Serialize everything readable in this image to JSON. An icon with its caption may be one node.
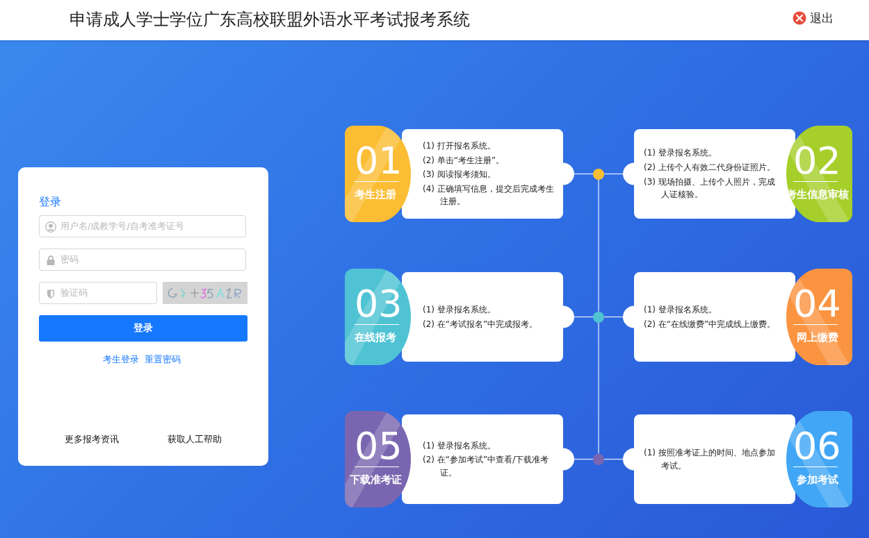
{
  "diagram": {
    "title": "申请成人学士学位广东高校联盟外语水平考试报考系统",
    "nodes": [
      {
        "text": [
          "01",
          "考生注册",
          "(1) 打开报名系统。",
          "(2) 单击“考生注册”。",
          "(3) 阅读报考须知。",
          "(4) 正确填写信息，提交后完成考生注册。"
        ]
      },
      {
        "text": [
          "02",
          "考生信息审核",
          "(1) 登录报名系统。",
          "(2) 上传个人有效二代身份证照片。",
          "(3) 现场拍摄、上传个人照片，完成人证核验。"
        ]
      },
      {
        "text": [
          "03",
          "在线报考",
          "(1) 登录报名系统。",
          "(2) 在“考试报名”中完成报考。"
        ]
      },
      {
        "text": [
          "04",
          "网上缴费",
          "(1) 登录报名系统。",
          "(2) 在“在线缴费”中完成线上缴费。"
        ]
      },
      {
        "text": [
          "05",
          "下载准考证",
          "(1) 登录报名系统。",
          "(2) 在“参加考试”中查看/下载准考证。"
        ]
      },
      {
        "text": [
          "06",
          "参加考试",
          "(1) 按照准考证上的时间、地点参加考试。"
        ]
      },
      {
        "text": [],
        "shape": "circle"
      },
      {
        "text": [],
        "shape": "circle"
      },
      {
        "text": [],
        "shape": "circle"
      }
    ],
    "edges": [
      {
        "from": 0,
        "to": 6,
        "arrow": "none"
      },
      {
        "from": 6,
        "to": 1,
        "arrow": "none"
      },
      {
        "from": 2,
        "to": 7,
        "arrow": "none"
      },
      {
        "from": 7,
        "to": 3,
        "arrow": "none"
      },
      {
        "from": 4,
        "to": 8,
        "arrow": "none"
      },
      {
        "from": 8,
        "to": 5,
        "arrow": "none"
      },
      {
        "from": 6,
        "to": 7,
        "arrow": "none"
      },
      {
        "from": 7,
        "to": 8,
        "arrow": "none"
      }
    ],
    "labels": [
      "退出",
      "登录",
      "用户名/成教学号/自考准考证号",
      "密码",
      "验证码",
      "登录",
      "考生登录",
      "重置密码",
      "更多报考资讯",
      "获取人工帮助"
    ]
  }
}
